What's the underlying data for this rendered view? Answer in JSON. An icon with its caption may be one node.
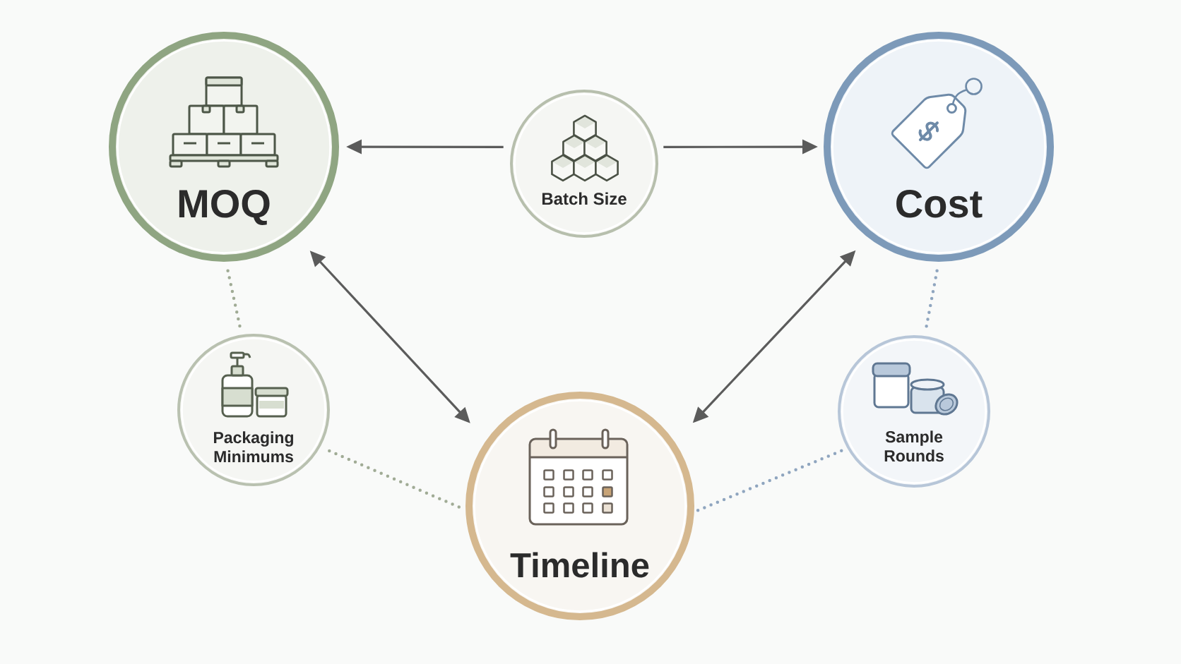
{
  "diagram": {
    "nodes": [
      {
        "text": [
          "MOQ"
        ]
      },
      {
        "text": [
          "Batch Size"
        ]
      },
      {
        "text": [
          "Cost"
        ]
      },
      {
        "text": [
          "Packaging Minimums"
        ]
      },
      {
        "text": [
          "Timeline"
        ]
      },
      {
        "text": [
          "Sample Rounds"
        ]
      }
    ],
    "edges": [
      {
        "from": 1,
        "to": 0,
        "arrow": "to"
      },
      {
        "from": 1,
        "to": 2,
        "arrow": "to"
      },
      {
        "from": 0,
        "to": 4,
        "arrow": "both"
      },
      {
        "from": 2,
        "to": 4,
        "arrow": "both"
      },
      {
        "from": 0,
        "to": 3,
        "arrow": "none",
        "style": "dashed",
        "color": "#a0ab95"
      },
      {
        "from": 3,
        "to": 4,
        "arrow": "none",
        "style": "dashed",
        "color": "#a0ab95"
      },
      {
        "from": 2,
        "to": 5,
        "arrow": "none",
        "style": "dashed",
        "color": "#8fa5bf"
      },
      {
        "from": 5,
        "to": 4,
        "arrow": "none",
        "style": "dashed",
        "color": "#8fa5bf"
      }
    ]
  }
}
